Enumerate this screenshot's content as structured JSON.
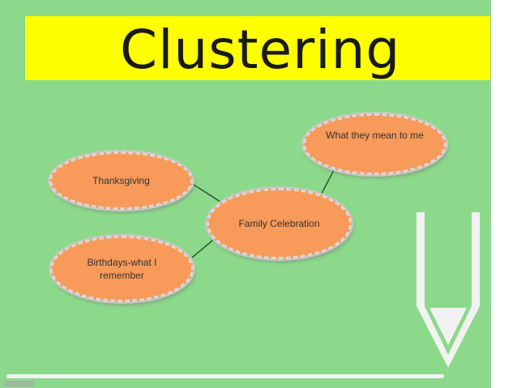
{
  "title": "Clustering",
  "diagram": {
    "center": "Family Celebration",
    "nodes": [
      {
        "label": "Thanksgiving"
      },
      {
        "label": "Birthdays-what I\nremember"
      },
      {
        "label": "What they mean to me"
      }
    ]
  },
  "colors": {
    "background": "#8cd98c",
    "title_bar": "#ffff00",
    "node_fill": "#f79a5a"
  },
  "decorations": [
    "pencil-icon"
  ]
}
